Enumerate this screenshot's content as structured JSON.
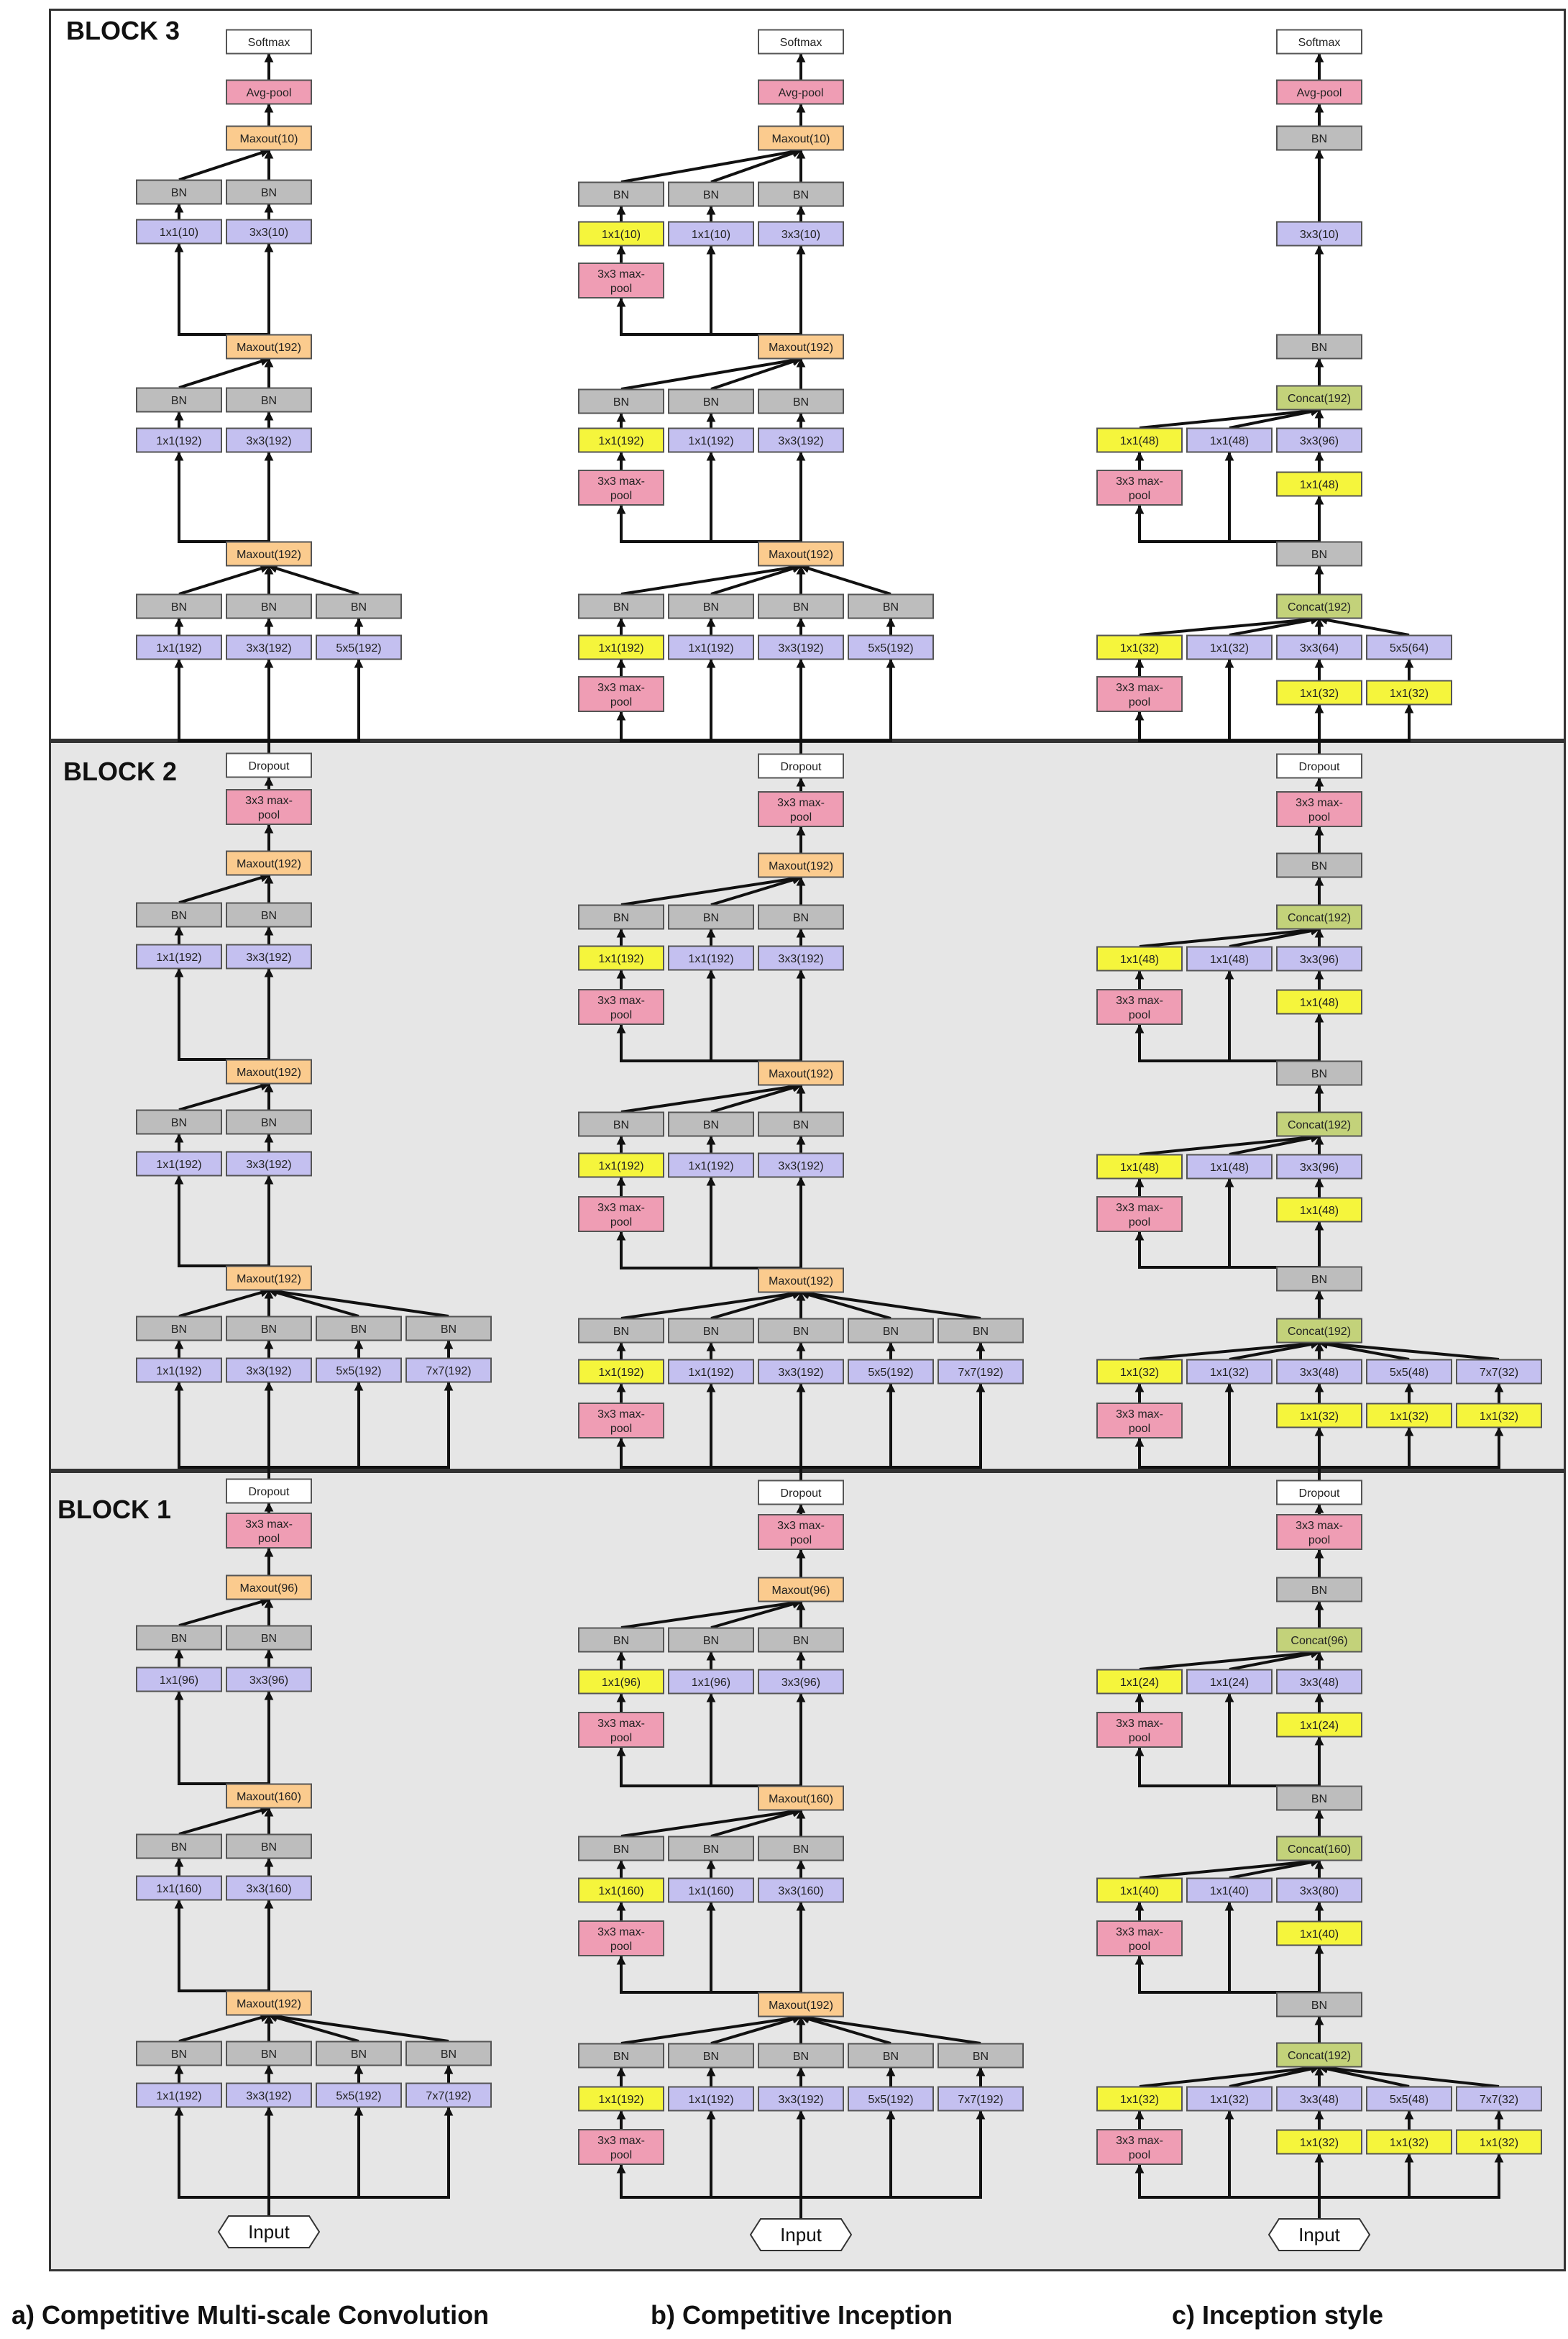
{
  "labels": {
    "block3": "BLOCK 3",
    "block2": "BLOCK 2",
    "block1": "BLOCK 1"
  },
  "captions": {
    "a": "a) Competitive Multi-scale Convolution",
    "b": "b) Competitive Inception",
    "c": "c) Inception style"
  },
  "colors": {
    "bn": "#bdbdbd",
    "conv": "#c4c0f0",
    "yellow": "#f5f53c",
    "pool": "#ef9db4",
    "maxout": "#fbcb8e",
    "concat": "#c3d27a",
    "white": "#ffffff",
    "border": "#555555"
  },
  "texts": {
    "softmax": "Softmax",
    "avgpool": "Avg-pool",
    "dropout": "Dropout",
    "bn": "BN",
    "input": "Input",
    "mp1": "3x3 max-",
    "mp2": "pool",
    "mo10": "Maxout(10)",
    "mo192": "Maxout(192)",
    "mo96": "Maxout(96)",
    "mo160": "Maxout(160)",
    "cc192": "Concat(192)",
    "cc96": "Concat(96)",
    "cc160": "Concat(160)",
    "c1_10": "1x1(10)",
    "c3_10": "3x3(10)",
    "c1_192": "1x1(192)",
    "c3_192": "3x3(192)",
    "c5_192": "5x5(192)",
    "c7_192": "7x7(192)",
    "c1_96": "1x1(96)",
    "c3_96": "3x3(96)",
    "c1_160": "1x1(160)",
    "c3_160": "3x3(160)",
    "c1_48": "1x1(48)",
    "c3_96b": "3x3(96)",
    "c1_32": "1x1(32)",
    "c3_64": "3x3(64)",
    "c5_64": "5x5(64)",
    "c3_48": "3x3(48)",
    "c5_48": "5x5(48)",
    "c7_32": "7x7(32)",
    "c1_24": "1x1(24)",
    "c3_48b": "3x3(48)",
    "c1_40": "1x1(40)",
    "c3_80": "3x3(80)"
  }
}
